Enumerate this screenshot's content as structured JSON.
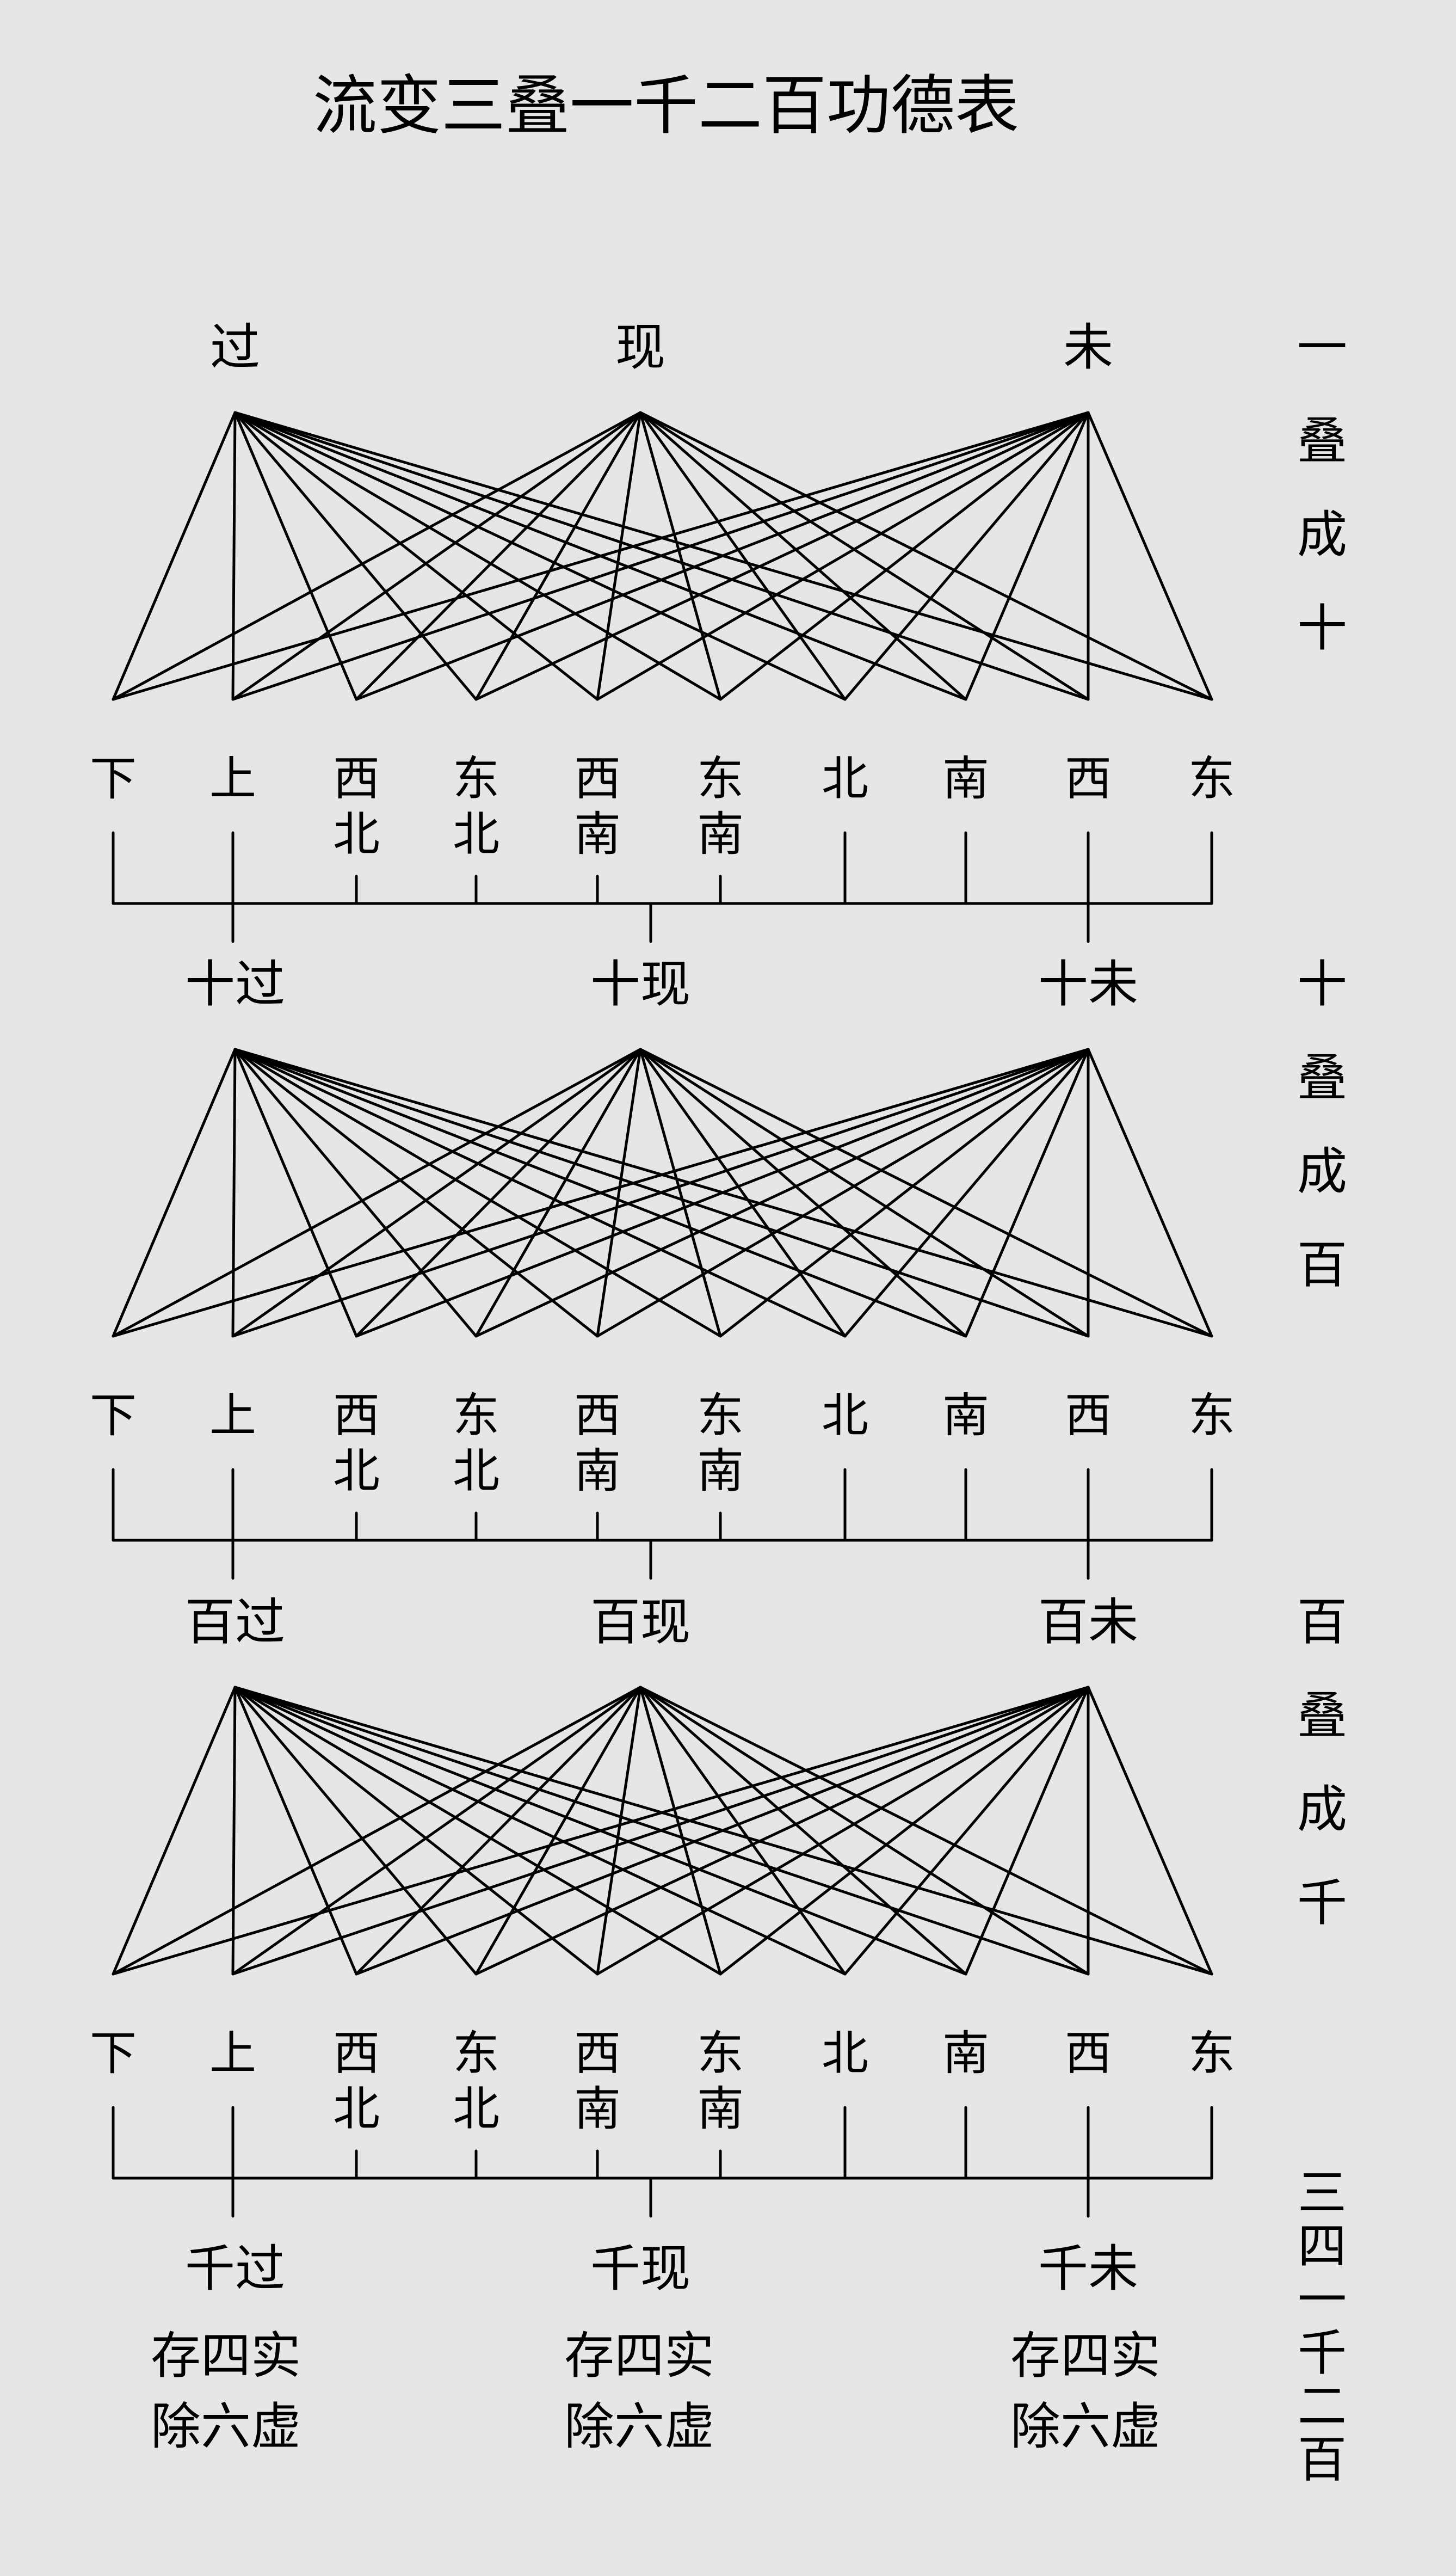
{
  "title": "流变三叠一千二百功德表",
  "colors": {
    "background": "#e6e6e6",
    "ink": "#000000"
  },
  "stages": [
    {
      "tops": [
        "过",
        "现",
        "未"
      ],
      "side": [
        "一",
        "叠",
        "成",
        "十"
      ],
      "directions": [
        {
          "l1": "下",
          "l2": ""
        },
        {
          "l1": "上",
          "l2": ""
        },
        {
          "l1": "西",
          "l2": "北"
        },
        {
          "l1": "东",
          "l2": "北"
        },
        {
          "l1": "西",
          "l2": "南"
        },
        {
          "l1": "东",
          "l2": "南"
        },
        {
          "l1": "北",
          "l2": ""
        },
        {
          "l1": "南",
          "l2": ""
        },
        {
          "l1": "西",
          "l2": ""
        },
        {
          "l1": "东",
          "l2": ""
        }
      ]
    },
    {
      "tops": [
        "十过",
        "十现",
        "十未"
      ],
      "side": [
        "十",
        "叠",
        "成",
        "百"
      ],
      "directions": [
        {
          "l1": "下",
          "l2": ""
        },
        {
          "l1": "上",
          "l2": ""
        },
        {
          "l1": "西",
          "l2": "北"
        },
        {
          "l1": "东",
          "l2": "北"
        },
        {
          "l1": "西",
          "l2": "南"
        },
        {
          "l1": "东",
          "l2": "南"
        },
        {
          "l1": "北",
          "l2": ""
        },
        {
          "l1": "南",
          "l2": ""
        },
        {
          "l1": "西",
          "l2": ""
        },
        {
          "l1": "东",
          "l2": ""
        }
      ]
    },
    {
      "tops": [
        "百过",
        "百现",
        "百未"
      ],
      "side": [
        "百",
        "叠",
        "成",
        "千"
      ],
      "directions": [
        {
          "l1": "下",
          "l2": ""
        },
        {
          "l1": "上",
          "l2": ""
        },
        {
          "l1": "西",
          "l2": "北"
        },
        {
          "l1": "东",
          "l2": "北"
        },
        {
          "l1": "西",
          "l2": "南"
        },
        {
          "l1": "东",
          "l2": "南"
        },
        {
          "l1": "北",
          "l2": ""
        },
        {
          "l1": "南",
          "l2": ""
        },
        {
          "l1": "西",
          "l2": ""
        },
        {
          "l1": "东",
          "l2": ""
        }
      ]
    }
  ],
  "final": {
    "labels": [
      "千过",
      "千现",
      "千未"
    ],
    "notes": [
      {
        "line1": "存四实",
        "line2": "除六虚"
      },
      {
        "line1": "存四实",
        "line2": "除六虚"
      },
      {
        "line1": "存四实",
        "line2": "除六虚"
      }
    ],
    "side": [
      "三",
      "四",
      "一",
      "千",
      "二",
      "百"
    ]
  }
}
